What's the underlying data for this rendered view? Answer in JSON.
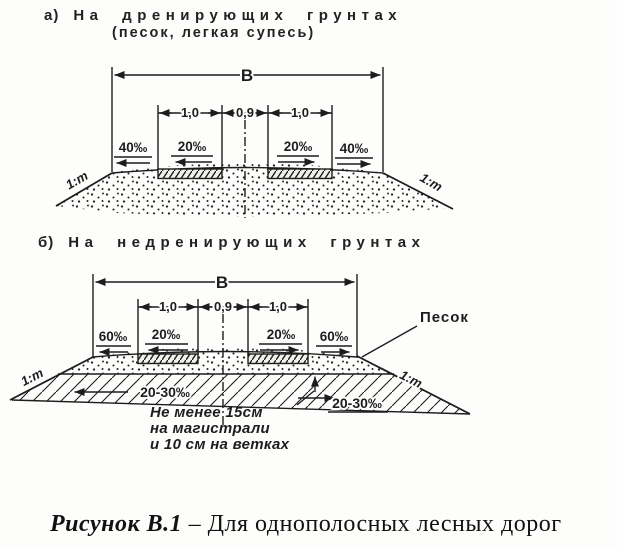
{
  "page": {
    "background": "#fdfdfc",
    "ink": "#1d1d1d"
  },
  "section_a": {
    "label": "а)",
    "title": "На дренирующих грунтах",
    "subtitle": "(песок, легкая супесь)",
    "dims": {
      "total": "В",
      "left": "1,0",
      "center": "0,9",
      "right": "1,0"
    },
    "slopes": {
      "outer_left": "40‰",
      "inner_left": "20‰",
      "inner_right": "20‰",
      "outer_right": "40‰"
    },
    "side_slope_left": "1:m",
    "side_slope_right": "1:m"
  },
  "section_b": {
    "label": "б)",
    "title": "На недренирующих грунтах",
    "dims": {
      "total": "В",
      "left": "1,0",
      "center": "0,9",
      "right": "1,0"
    },
    "slopes": {
      "outer_left": "60‰",
      "inner_left": "20‰",
      "inner_right": "20‰",
      "outer_right": "60‰"
    },
    "side_slope_left": "1:m",
    "side_slope_right": "1:m",
    "sand_label": "Песок",
    "subgrade_slope_left": "20-30‰",
    "subgrade_slope_right": "20-30‰",
    "note": {
      "line1": "Не менее 15см",
      "line2": "на магистрали",
      "line3": "и 10 см на ветках"
    }
  },
  "caption": {
    "figure_label": "Рисунок В.1",
    "text": "– Для однополосных лесных дорог"
  }
}
